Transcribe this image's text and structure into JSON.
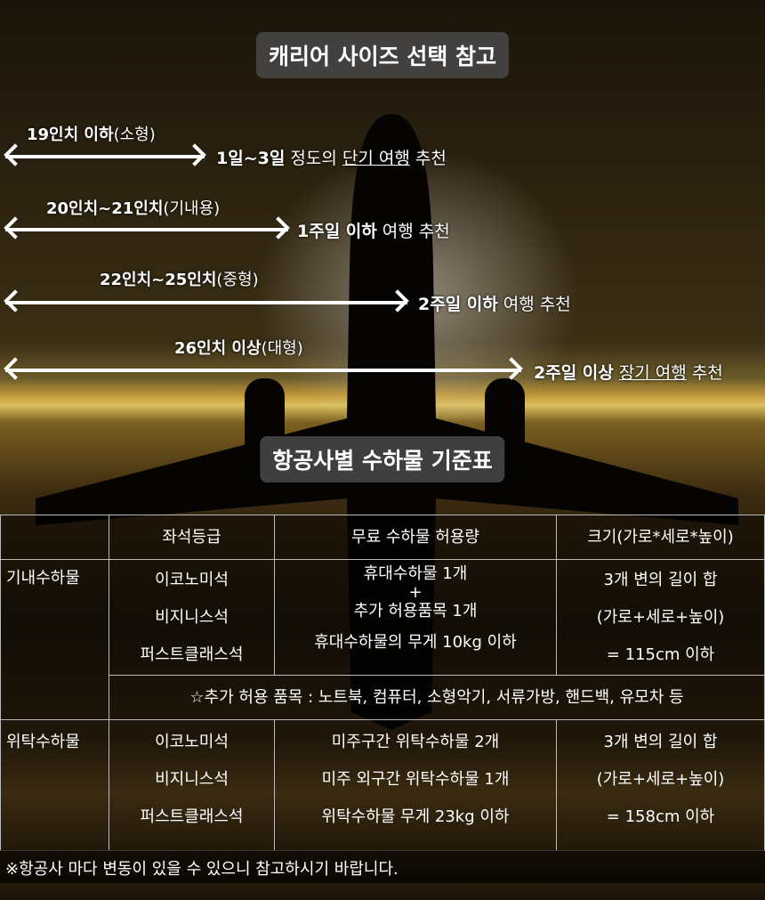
{
  "title1": "캐리어 사이즈 선택 참고",
  "sizes": [
    {
      "size": "19인치 이하",
      "type": "(소형)",
      "bold": "1일~3일",
      "rest": " 정도의 ",
      "under": "단기 여행",
      "tail": " 추천"
    },
    {
      "size": "20인치~21인치",
      "type": "(기내용)",
      "bold": "1주일 이하",
      "rest": " 여행 추천",
      "under": "",
      "tail": ""
    },
    {
      "size": "22인치~25인치",
      "type": "(중형)",
      "bold": "2주일 이하",
      "rest": " 여행 추천",
      "under": "",
      "tail": ""
    },
    {
      "size": "26인치 이상",
      "type": "(대형)",
      "bold": "2주일 이상",
      "rest": " ",
      "under": "장기 여행",
      "tail": " 추천"
    }
  ],
  "title2": "항공사별 수하물 기준표",
  "table": {
    "headers": [
      "",
      "좌석등급",
      "무료 수하물 허용량",
      "크기(가로*세로*높이)"
    ],
    "carry_on": {
      "label": "기내수하물",
      "classes": [
        "이코노미석",
        "비지니스석",
        "퍼스트클래스석"
      ],
      "allowance": [
        "휴대수하물 1개",
        "+",
        "추가 허용품목 1개",
        "휴대수하물의 무게 10kg 이하"
      ],
      "size": [
        "3개 변의 길이 합",
        "(가로+세로+높이)",
        "= 115cm 이하"
      ]
    },
    "note": "☆추가 허용 품목 : 노트북, 컴퓨터, 소형악기, 서류가방, 핸드백, 유모차 등",
    "checked": {
      "label": "위탁수하물",
      "classes": [
        "이코노미석",
        "비지니스석",
        "퍼스트클래스석"
      ],
      "allowance": [
        "미주구간 위탁수하물 2개",
        "미주 외구간 위탁수하물 1개",
        "위탁수하물 무게 23kg 이하"
      ],
      "size": [
        "3개 변의 길이 합",
        "(가로+세로+높이)",
        "= 158cm 이하"
      ]
    }
  },
  "footer": "※항공사 마다 변동이 있을 수 있으니 참고하시기 바랍니다."
}
